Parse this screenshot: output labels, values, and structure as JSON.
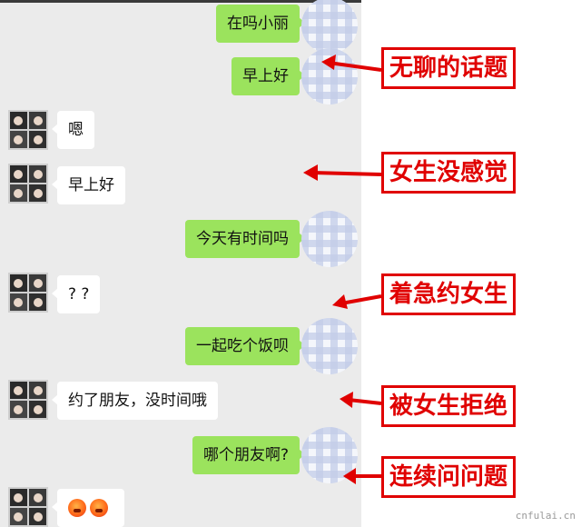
{
  "messages": [
    {
      "side": "me",
      "text": "在吗小丽"
    },
    {
      "side": "me",
      "text": "早上好"
    },
    {
      "side": "them",
      "text": "嗯"
    },
    {
      "side": "them",
      "text": "早上好"
    },
    {
      "side": "me",
      "text": "今天有时间吗"
    },
    {
      "side": "them",
      "text": "? ?"
    },
    {
      "side": "me",
      "text": "一起吃个饭呗"
    },
    {
      "side": "them",
      "text": "约了朋友，没时间哦"
    },
    {
      "side": "me",
      "text": "哪个朋友啊?"
    },
    {
      "side": "them",
      "text": "",
      "icons": [
        "angry-emoji",
        "angry-emoji"
      ]
    }
  ],
  "annotations": [
    {
      "text": "无聊的话题"
    },
    {
      "text": "女生没感觉"
    },
    {
      "text": "着急约女生"
    },
    {
      "text": "被女生拒绝"
    },
    {
      "text": "连续问问题"
    }
  ],
  "colors": {
    "me_bubble": "#9be35d",
    "them_bubble": "#ffffff",
    "chat_bg": "#ebebeb",
    "annotation_red": "#e00000"
  },
  "watermark": "cnfulai.cn"
}
